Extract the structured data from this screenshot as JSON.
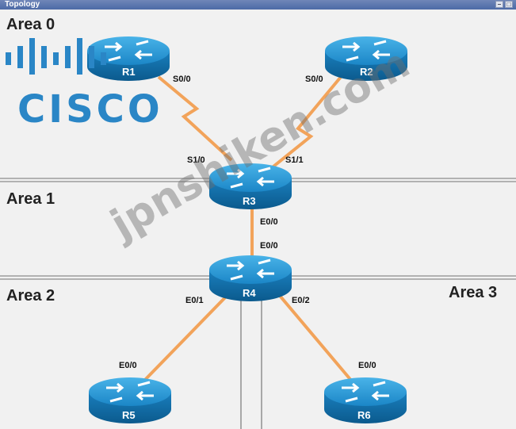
{
  "window": {
    "title": "Topology"
  },
  "areas": [
    {
      "id": "area0",
      "label": "Area 0"
    },
    {
      "id": "area1",
      "label": "Area 1"
    },
    {
      "id": "area2",
      "label": "Area 2"
    },
    {
      "id": "area3",
      "label": "Area 3"
    }
  ],
  "routers": [
    {
      "id": "R1",
      "label": "R1"
    },
    {
      "id": "R2",
      "label": "R2"
    },
    {
      "id": "R3",
      "label": "R3"
    },
    {
      "id": "R4",
      "label": "R4"
    },
    {
      "id": "R5",
      "label": "R5"
    },
    {
      "id": "R6",
      "label": "R6"
    }
  ],
  "interfaces": {
    "r1_s00": "S0/0",
    "r2_s00": "S0/0",
    "r3_s10": "S1/0",
    "r3_s11": "S1/1",
    "r3_e00": "E0/0",
    "r4_e00": "E0/0",
    "r4_e01": "E0/1",
    "r4_e02": "E0/2",
    "r5_e00": "E0/0",
    "r6_e00": "E0/0"
  },
  "links": [
    {
      "from": "R1",
      "to": "R3",
      "type": "serial"
    },
    {
      "from": "R2",
      "to": "R3",
      "type": "serial"
    },
    {
      "from": "R3",
      "to": "R4",
      "type": "ethernet"
    },
    {
      "from": "R4",
      "to": "R5",
      "type": "ethernet"
    },
    {
      "from": "R4",
      "to": "R6",
      "type": "ethernet"
    }
  ],
  "branding": {
    "logo": "CISCO",
    "watermark": "jpnshiken.com"
  },
  "colors": {
    "router_blue": "#1f8fcf",
    "router_dark": "#0d5f94",
    "link_orange": "#f2a35a",
    "logo_blue": "#2a86c6"
  }
}
